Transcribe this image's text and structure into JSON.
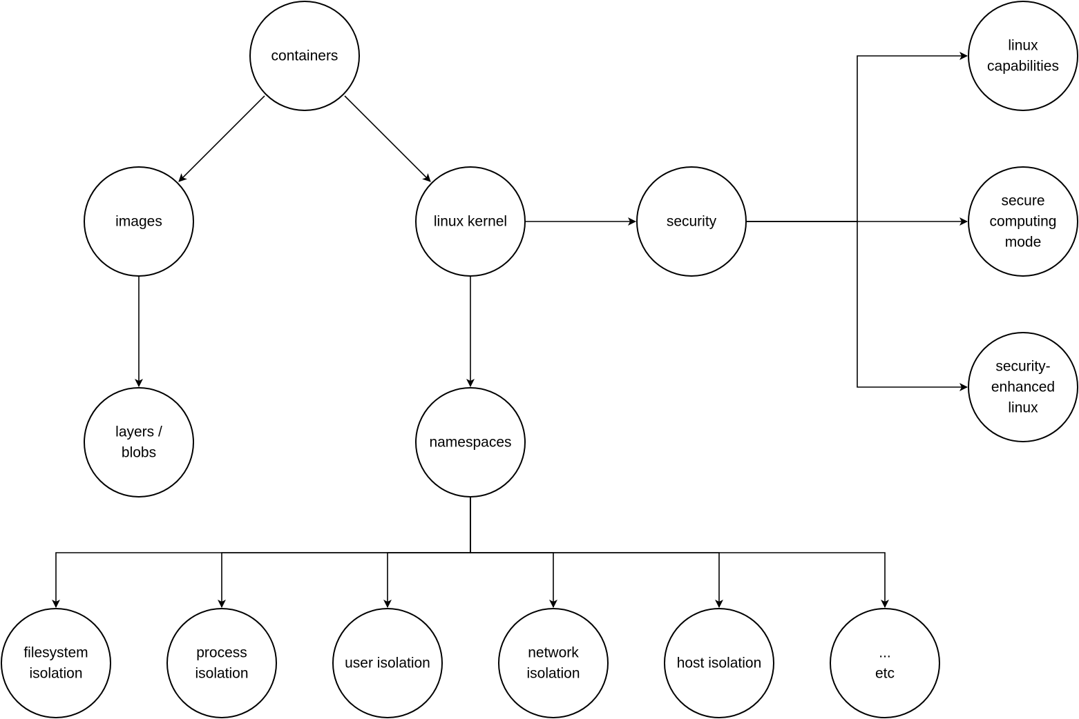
{
  "diagram": {
    "nodes": [
      {
        "id": "containers",
        "lines": [
          "containers"
        ]
      },
      {
        "id": "images",
        "lines": [
          "images"
        ]
      },
      {
        "id": "linux-kernel",
        "lines": [
          "linux kernel"
        ]
      },
      {
        "id": "security",
        "lines": [
          "security"
        ]
      },
      {
        "id": "layers-blobs",
        "lines": [
          "layers /",
          "blobs"
        ]
      },
      {
        "id": "namespaces",
        "lines": [
          "namespaces"
        ]
      },
      {
        "id": "linux-capabilities",
        "lines": [
          "linux",
          "capabilities"
        ]
      },
      {
        "id": "secure-computing-mode",
        "lines": [
          "secure",
          "computing",
          "mode"
        ]
      },
      {
        "id": "security-enhanced-linux",
        "lines": [
          "security-",
          "enhanced",
          "linux"
        ]
      },
      {
        "id": "filesystem-isolation",
        "lines": [
          "filesystem",
          "isolation"
        ]
      },
      {
        "id": "process-isolation",
        "lines": [
          "process",
          "isolation"
        ]
      },
      {
        "id": "user-isolation",
        "lines": [
          "user isolation"
        ]
      },
      {
        "id": "network-isolation",
        "lines": [
          "network",
          "isolation"
        ]
      },
      {
        "id": "host-isolation",
        "lines": [
          "host isolation"
        ]
      },
      {
        "id": "etc",
        "lines": [
          "...",
          "etc"
        ]
      }
    ],
    "edges": [
      {
        "from": "containers",
        "to": "images"
      },
      {
        "from": "containers",
        "to": "linux-kernel"
      },
      {
        "from": "images",
        "to": "layers-blobs"
      },
      {
        "from": "linux-kernel",
        "to": "security"
      },
      {
        "from": "linux-kernel",
        "to": "namespaces"
      },
      {
        "from": "security",
        "to": "linux-capabilities"
      },
      {
        "from": "security",
        "to": "secure-computing-mode"
      },
      {
        "from": "security",
        "to": "security-enhanced-linux"
      },
      {
        "from": "namespaces",
        "to": "filesystem-isolation"
      },
      {
        "from": "namespaces",
        "to": "process-isolation"
      },
      {
        "from": "namespaces",
        "to": "user-isolation"
      },
      {
        "from": "namespaces",
        "to": "network-isolation"
      },
      {
        "from": "namespaces",
        "to": "host-isolation"
      },
      {
        "from": "namespaces",
        "to": "etc"
      }
    ]
  }
}
